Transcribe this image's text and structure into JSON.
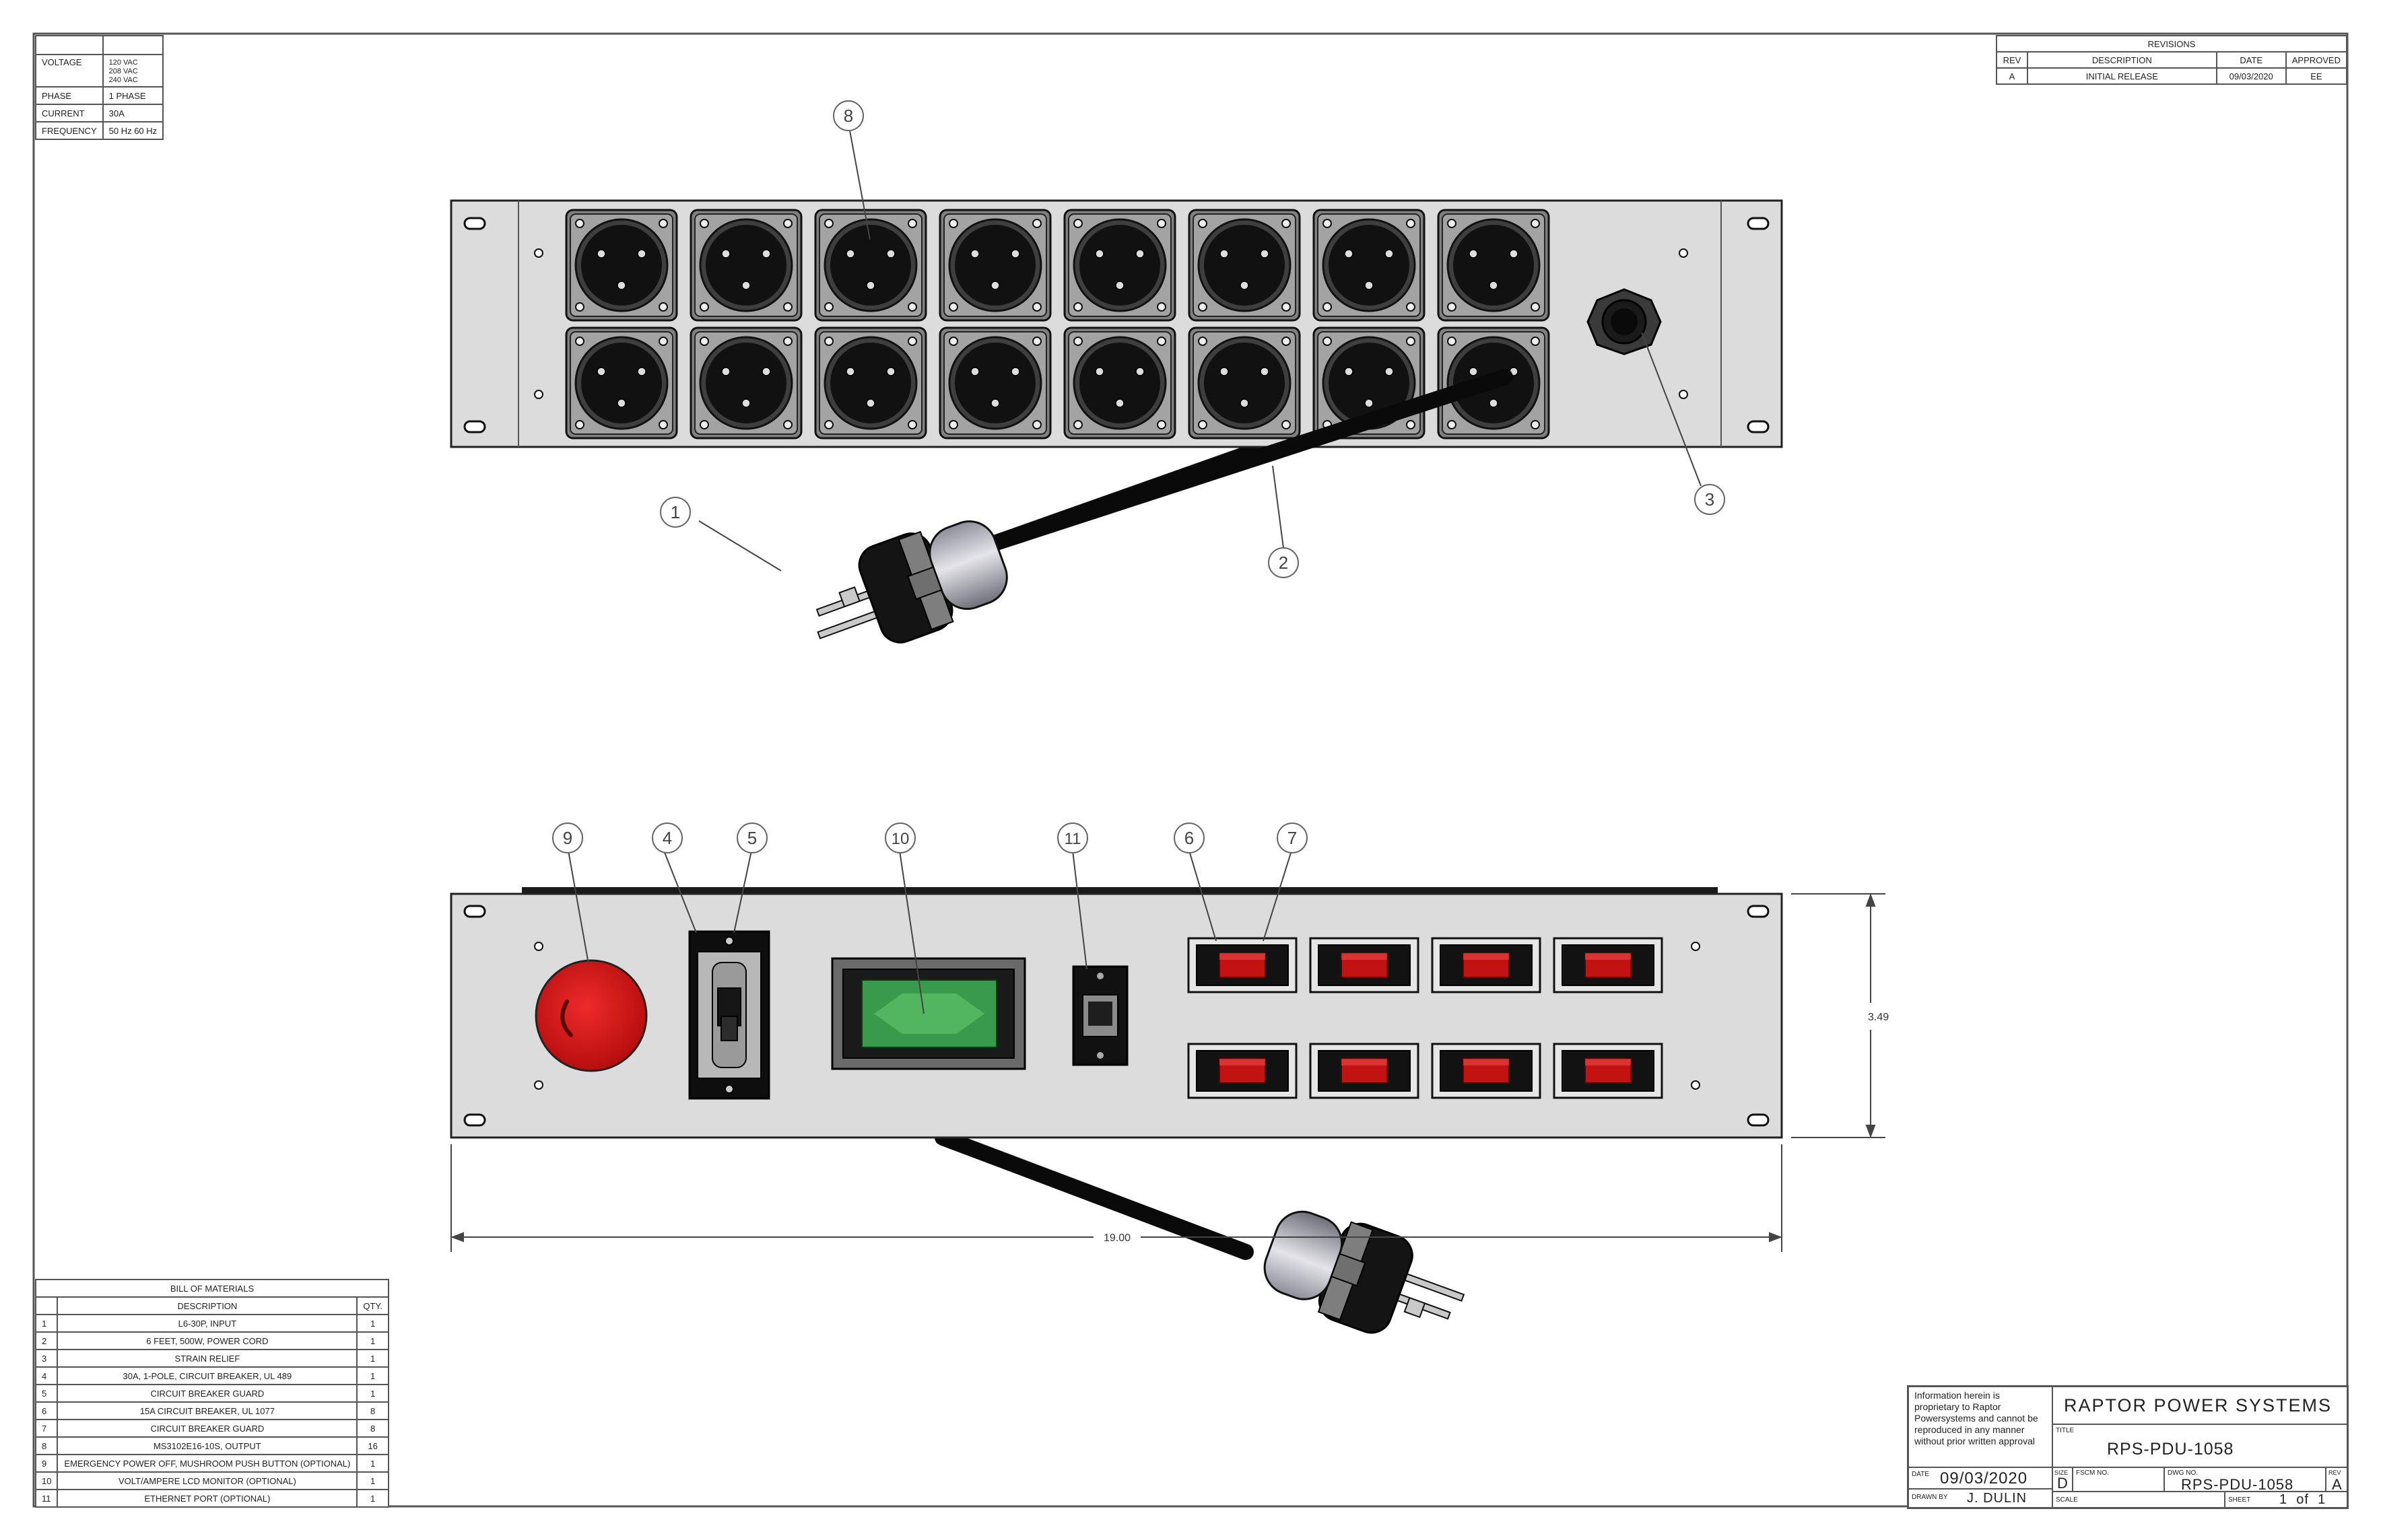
{
  "specs": [
    {
      "label": "VOLTAGE",
      "lines": [
        "120 VAC",
        "208 VAC",
        "240 VAC"
      ]
    },
    {
      "label": "PHASE",
      "lines": [
        "1 PHASE"
      ]
    },
    {
      "label": "CURRENT",
      "lines": [
        "30A"
      ]
    },
    {
      "label": "FREQUENCY",
      "lines": [
        "50 Hz 60 Hz"
      ]
    }
  ],
  "revisions": {
    "title": "REVISIONS",
    "headers": [
      "REV",
      "DESCRIPTION",
      "DATE",
      "APPROVED"
    ],
    "rows": [
      [
        "A",
        "INITIAL RELEASE",
        "09/03/2020",
        "EE"
      ]
    ]
  },
  "callouts": [
    "1",
    "2",
    "3",
    "4",
    "5",
    "6",
    "7",
    "8",
    "9",
    "10",
    "11"
  ],
  "dimensions": {
    "height": "3.49",
    "width": "19.00"
  },
  "bom": {
    "title": "BILL OF MATERIALS",
    "headers": [
      "",
      "DESCRIPTION",
      "QTY."
    ],
    "rows": [
      [
        "1",
        "L6-30P, INPUT",
        "1"
      ],
      [
        "2",
        "6 FEET, 500W, POWER CORD",
        "1"
      ],
      [
        "3",
        "STRAIN RELIEF",
        "1"
      ],
      [
        "4",
        "30A, 1-POLE, CIRCUIT BREAKER, UL 489",
        "1"
      ],
      [
        "5",
        "CIRCUIT BREAKER GUARD",
        "1"
      ],
      [
        "6",
        "15A CIRCUIT BREAKER, UL 1077",
        "8"
      ],
      [
        "7",
        "CIRCUIT BREAKER GUARD",
        "8"
      ],
      [
        "8",
        "MS3102E16-10S, OUTPUT",
        "16"
      ],
      [
        "9",
        "EMERGENCY POWER OFF, MUSHROOM PUSH BUTTON (OPTIONAL)",
        "1"
      ],
      [
        "10",
        "VOLT/AMPERE LCD MONITOR (OPTIONAL)",
        "1"
      ],
      [
        "11",
        "ETHERNET PORT (OPTIONAL)",
        "1"
      ]
    ]
  },
  "title_block": {
    "proprietary": "Information herein is proprietary to Raptor Powersystems and cannot be reproduced in any manner without prior written approval",
    "company": "RAPTOR POWER SYSTEMS",
    "title_label": "TITLE",
    "title": "RPS-PDU-1058",
    "date_label": "DATE",
    "date": "09/03/2020",
    "drawn_label": "DRAWN BY",
    "drawn_by": "J. DULIN",
    "size_label": "SIZE",
    "size": "D",
    "fscm_label": "FSCM NO.",
    "dwg_label": "DWG NO.",
    "dwg_no": "RPS-PDU-1058",
    "rev_label": "REV",
    "rev": "A",
    "scale_label": "SCALE",
    "sheet_label": "SHEET",
    "sheet": "1  of  1"
  }
}
